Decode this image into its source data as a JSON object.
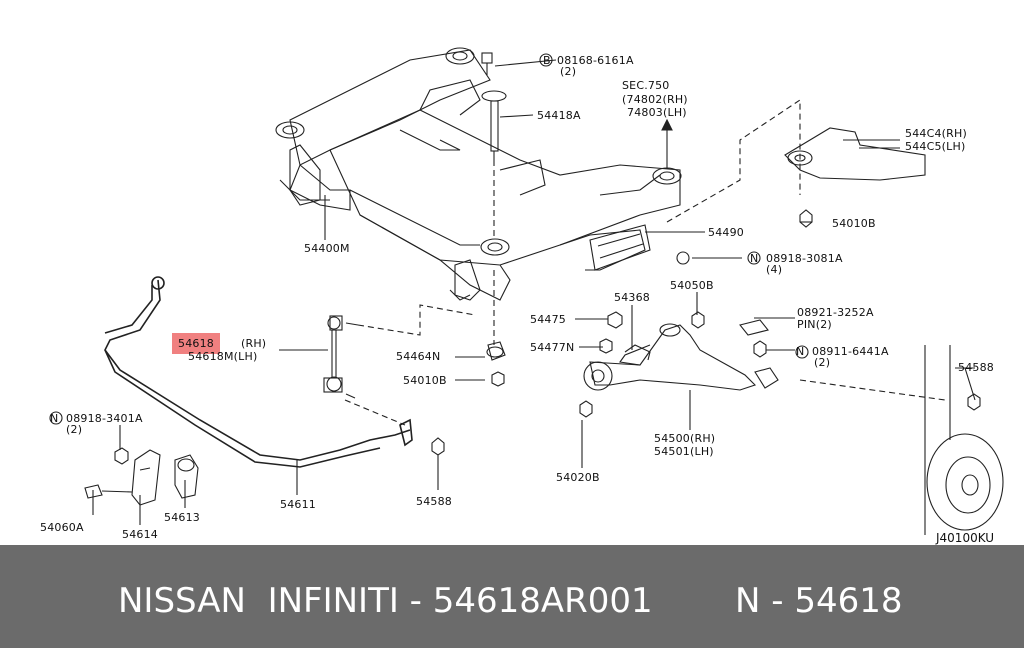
{
  "diagram": {
    "labels": {
      "bolt_ref": "08168-6161A",
      "bolt_ref_prefix": "B",
      "bolt_qty": "(2)",
      "bolt_54418A": "54418A",
      "sec_line1": "SEC.750",
      "sec_line2": "(74802(RH)",
      "sec_line3": "74803(LH)",
      "p544C4": "544C4(RH)",
      "p544C5": "544C5(LH)",
      "p54400M": "54400M",
      "p54010B_a": "54010B",
      "p54490": "54490",
      "n08918_3081A": "08918-3081A",
      "n08918_3081A_qty": "(4)",
      "p54368": "54368",
      "p54050B": "54050B",
      "p08921": "08921-3252A",
      "p08921_pin": "PIN(2)",
      "p54618": "54618",
      "p54618_rh": "(RH)",
      "p54618M": "54618M(LH)",
      "p54475": "54475",
      "p54464N": "54464N",
      "p54477N": "54477N",
      "n08911": "08911-6441A",
      "n08911_qty": "(2)",
      "p54588_a": "54588",
      "p54010B_b": "54010B",
      "n08918_3401A": "08918-3401A",
      "n08918_3401A_qty": "(2)",
      "p54500": "54500(RH)",
      "p54501": "54501(LH)",
      "p54020B": "54020B",
      "p54611": "54611",
      "p54588_b": "54588",
      "p54613": "54613",
      "p54060A": "54060A",
      "p54614": "54614",
      "n_prefix": "N"
    },
    "diagram_code": "J40100KU"
  },
  "footer": {
    "left_text": "NISSAN  INFINITI - 54618AR001",
    "right_text": "N - 54618"
  },
  "colors": {
    "highlight": "#f08080",
    "footer_bg": "#6b6b6b"
  }
}
